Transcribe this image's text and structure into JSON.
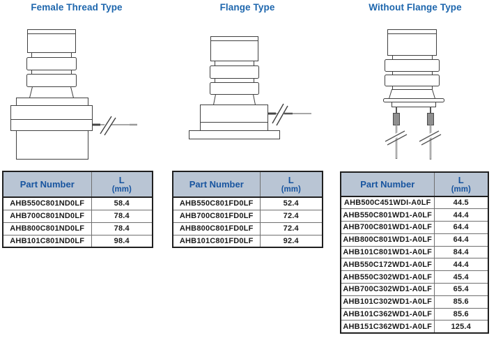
{
  "colors": {
    "title_blue": "#1d66ad",
    "header_text_blue": "#17549f",
    "header_bg": "#b9c5d4",
    "table_outer_border": "#1f1f1f",
    "table_inner_line": "#6f6f6f",
    "row_text": "#1a1a1a",
    "drawing_line": "#3f3f3f",
    "wire_gray": "#8a8a8a",
    "sleeve_gray": "#8f8f8f"
  },
  "panels": [
    {
      "title": "Female Thread Type",
      "figure": "female-thread-type-outline-drawing",
      "table": {
        "part_number_label": "Part Number",
        "l_label": "L",
        "mm_label": "(mm)",
        "rows": [
          [
            "AHB550C801ND0LF",
            "58.4"
          ],
          [
            "AHB700C801ND0LF",
            "78.4"
          ],
          [
            "AHB800C801ND0LF",
            "78.4"
          ],
          [
            "AHB101C801ND0LF",
            "98.4"
          ]
        ]
      }
    },
    {
      "title": "Flange Type",
      "figure": "flange-type-outline-drawing",
      "table": {
        "part_number_label": "Part Number",
        "l_label": "L",
        "mm_label": "(mm)",
        "rows": [
          [
            "AHB550C801FD0LF",
            "52.4"
          ],
          [
            "AHB700C801FD0LF",
            "72.4"
          ],
          [
            "AHB800C801FD0LF",
            "72.4"
          ],
          [
            "AHB101C801FD0LF",
            "92.4"
          ]
        ]
      }
    },
    {
      "title": "Without Flange Type",
      "figure": "without-flange-type-outline-drawing",
      "table": {
        "part_number_label": "Part Number",
        "l_label": "L",
        "mm_label": "(mm)",
        "rows": [
          [
            "AHB500C451WDI-A0LF",
            "44.5"
          ],
          [
            "AHB550C801WD1-A0LF",
            "44.4"
          ],
          [
            "AHB700C801WD1-A0LF",
            "64.4"
          ],
          [
            "AHB800C801WD1-A0LF",
            "64.4"
          ],
          [
            "AHB101C801WD1-A0LF",
            "84.4"
          ],
          [
            "AHB550C172WD1-A0LF",
            "44.4"
          ],
          [
            "AHB550C302WD1-A0LF",
            "45.4"
          ],
          [
            "AHB700C302WD1-A0LF",
            "65.4"
          ],
          [
            "AHB101C302WD1-A0LF",
            "85.6"
          ],
          [
            "AHB101C362WD1-A0LF",
            "85.6"
          ],
          [
            "AHB151C362WD1-A0LF",
            "125.4"
          ]
        ]
      }
    }
  ]
}
